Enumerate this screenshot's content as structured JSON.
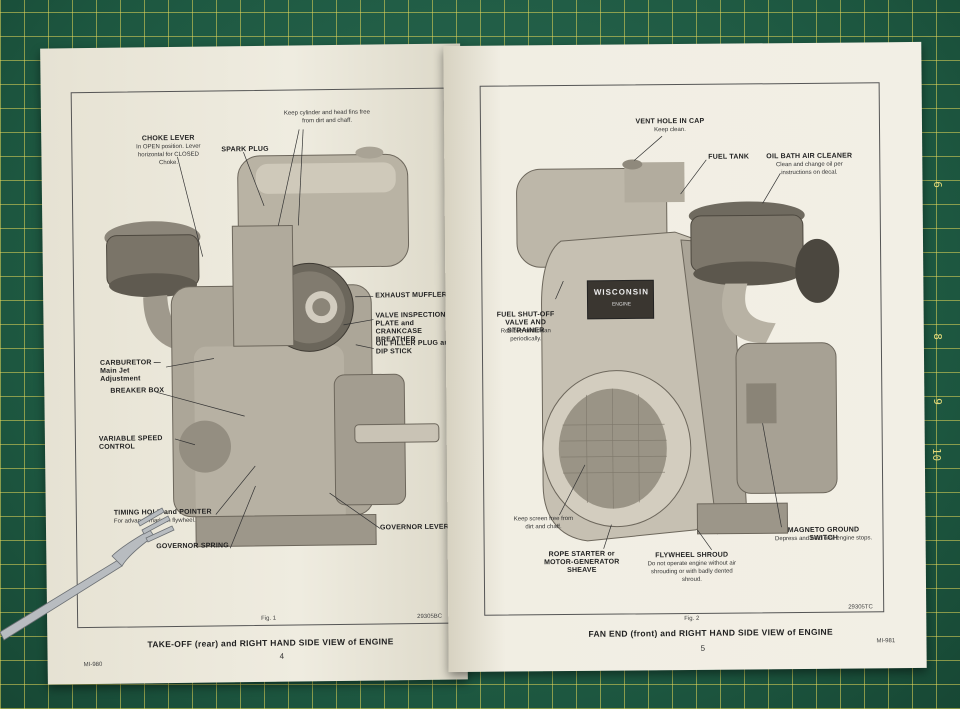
{
  "ruler": {
    "numbers": [
      "6",
      "8",
      "9",
      "10"
    ]
  },
  "left_page": {
    "labels": {
      "keep_cylinder": "Keep cylinder and head fins free from dirt and chaff.",
      "choke_lever_title": "CHOKE LEVER",
      "choke_lever_desc": "In OPEN position. Lever horizontal for CLOSED Choke.",
      "spark_plug": "SPARK PLUG",
      "exhaust_muffler": "EXHAUST MUFFLER",
      "valve_inspection": "VALVE INSPECTION PLATE and CRANKCASE BREATHER",
      "oil_filler": "OIL FILLER PLUG and DIP STICK",
      "carburetor": "CARBURETOR — Main Jet Adjustment",
      "breaker_box": "BREAKER BOX",
      "variable_speed": "VARIABLE SPEED CONTROL",
      "timing_hole_title": "TIMING HOLE and POINTER",
      "timing_hole_desc": "For advance mark on flywheel.",
      "governor_spring": "GOVERNOR SPRING",
      "governor_lever": "GOVERNOR LEVER"
    },
    "fig": "Fig. 1",
    "fig_code": "29305BC",
    "caption": "TAKE-OFF (rear) and RIGHT HAND SIDE VIEW of ENGINE",
    "page_number": "4",
    "doc_code": "MI-980"
  },
  "right_page": {
    "labels": {
      "vent_hole_title": "VENT HOLE IN CAP",
      "vent_hole_desc": "Keep clean.",
      "fuel_tank": "FUEL TANK",
      "oil_bath_title": "OIL BATH AIR CLEANER",
      "oil_bath_desc": "Clean and change oil per instructions on decal.",
      "fuel_shutoff_title": "FUEL SHUT-OFF VALVE AND STRAINER",
      "fuel_shutoff_desc": "Remove and clean periodically.",
      "keep_screen": "Keep screen free from dirt and chaff.",
      "rope_starter": "ROPE STARTER or MOTOR-GENERATOR SHEAVE",
      "flywheel_title": "FLYWHEEL SHROUD",
      "flywheel_desc": "Do not operate engine without air shrouding or with badly dented shroud.",
      "magneto_title": "MAGNETO GROUND SWITCH",
      "magneto_desc": "Depress and hold until engine stops.",
      "nameplate": "WISCONSIN",
      "nameplate_sub": "ENGINE"
    },
    "fig": "Fig. 2",
    "fig_code": "29305TC",
    "caption": "FAN END (front) and RIGHT HAND SIDE VIEW of ENGINE",
    "page_number": "5",
    "doc_code": "MI-981"
  },
  "colors": {
    "mat": "#1f5a43",
    "grid": "#e2d658",
    "paper": "#ece9dc",
    "ink": "#222222"
  }
}
